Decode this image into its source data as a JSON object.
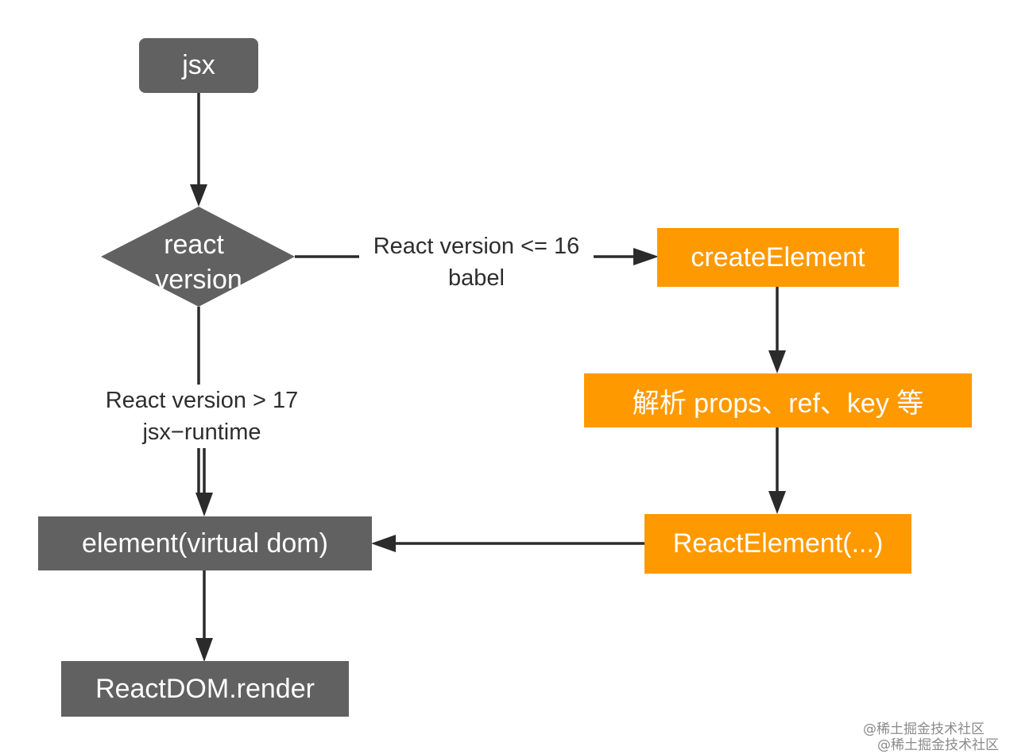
{
  "nodes": {
    "jsx": "jsx",
    "decision_line1": "react",
    "decision_line2": "version",
    "create_element": "createElement",
    "parse_props": "解析 props、ref、key 等",
    "react_element_call": "ReactElement(...)",
    "element_vdom": "element(virtual dom)",
    "reactdom_render": "ReactDOM.render"
  },
  "edges": {
    "right_branch_line1": "React version <= 16",
    "right_branch_line2": "babel",
    "down_branch_line1": "React version > 17",
    "down_branch_line2": "jsx−runtime"
  },
  "watermark": {
    "line1": "@稀土掘金技术社区",
    "line2": "@稀土掘金技术社区"
  },
  "colors": {
    "gray_node": "#616161",
    "orange_node": "#ff9900",
    "arrow": "#2b2b2b"
  }
}
